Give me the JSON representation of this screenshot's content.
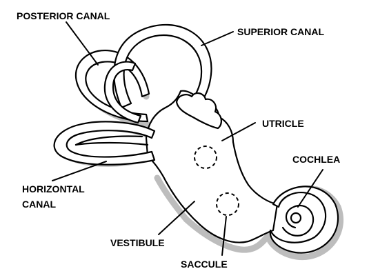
{
  "labels": {
    "posterior_canal": "POSTERIOR CANAL",
    "superior_canal": "SUPERIOR CANAL",
    "utricle": "UTRICLE",
    "cochlea": "COCHLEA",
    "horizontal_canal_line1": "HORIZONTAL",
    "horizontal_canal_line2": "CANAL",
    "vestibule": "VESTIBULE",
    "saccule": "SACCULE"
  },
  "colors": {
    "outline": "#000000",
    "shading": "#bdbdbd",
    "fill": "#ffffff"
  }
}
